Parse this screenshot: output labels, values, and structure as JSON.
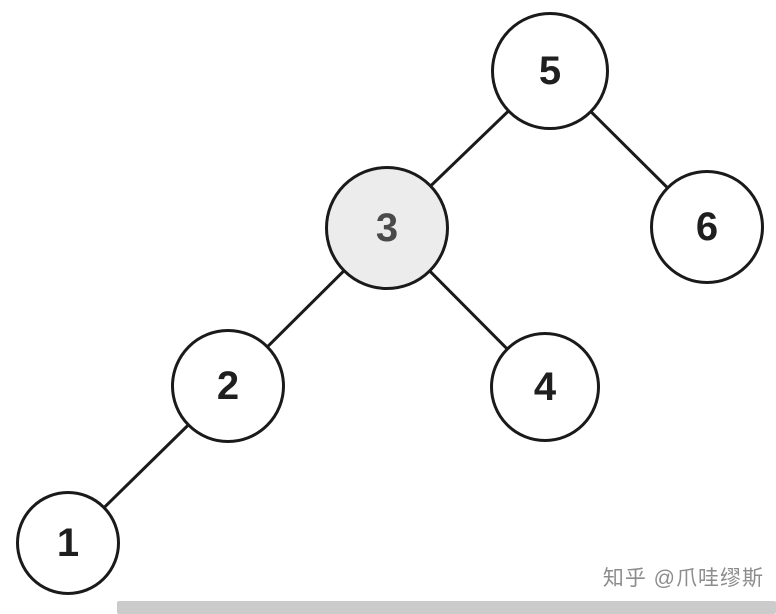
{
  "diagram": {
    "type": "binary-tree",
    "nodes": [
      {
        "id": "5",
        "label": "5",
        "highlighted": false
      },
      {
        "id": "3",
        "label": "3",
        "highlighted": true
      },
      {
        "id": "6",
        "label": "6",
        "highlighted": false
      },
      {
        "id": "2",
        "label": "2",
        "highlighted": false
      },
      {
        "id": "4",
        "label": "4",
        "highlighted": false
      },
      {
        "id": "1",
        "label": "1",
        "highlighted": false
      }
    ],
    "edges": [
      {
        "from": "5",
        "to": "3"
      },
      {
        "from": "5",
        "to": "6"
      },
      {
        "from": "3",
        "to": "2"
      },
      {
        "from": "3",
        "to": "4"
      },
      {
        "from": "2",
        "to": "1"
      }
    ],
    "root": "5",
    "colors": {
      "node_border": "#1a1a1a",
      "node_fill": "#ffffff",
      "node_highlight_fill": "#ececec",
      "edge_color": "#1a1a1a"
    }
  },
  "watermark": {
    "text": "知乎 @爪哇缪斯"
  }
}
